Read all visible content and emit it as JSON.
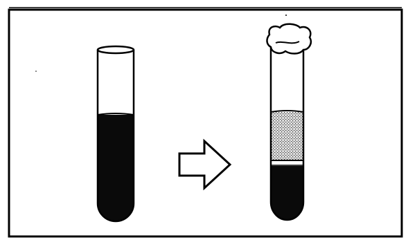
{
  "figure": {
    "frame_color": "#000000",
    "background_color": "#ffffff",
    "left_tube": {
      "liquid_level": 0.67,
      "liquid_color": "#0a0a0a"
    },
    "arrow": {
      "direction": "right",
      "style": "outline"
    },
    "right_tube": {
      "stopper": true,
      "stopper_fill": "#ffffff",
      "layers": [
        {
          "name": "upper-layer",
          "pattern": "stippled",
          "fraction": 0.38
        },
        {
          "name": "interface-band",
          "pattern": "white",
          "fraction": 0.05
        },
        {
          "name": "lower-layer",
          "pattern": "solid-dark",
          "fraction": 0.57
        }
      ]
    }
  }
}
